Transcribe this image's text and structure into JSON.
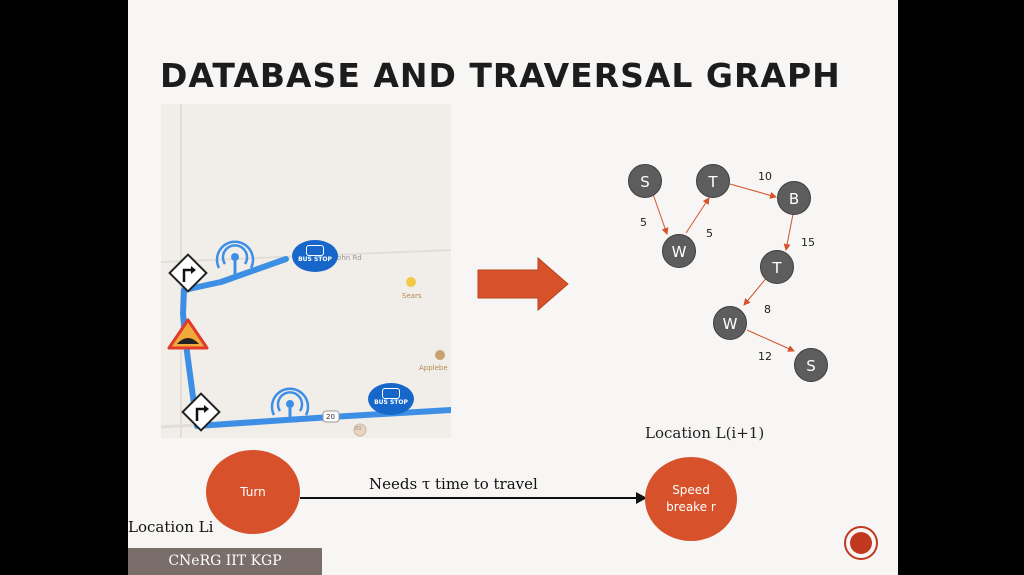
{
  "slide": {
    "title": "DATABASE AND TRAVERSAL GRAPH",
    "footer": "CNeRG IIT KGP"
  },
  "map": {
    "road_label": "John Rd",
    "poi_label_1": "Sears",
    "poi_label_2": "Applebe",
    "route_shield_1": "20",
    "route_shield_2": "83",
    "bus_stop_label": "BUS STOP",
    "signals": [
      "wifi-signal",
      "turn-right",
      "speed-breaker",
      "bus-stop"
    ]
  },
  "graph": {
    "nodes": [
      "S",
      "T",
      "B",
      "W",
      "T",
      "W",
      "S"
    ],
    "edges": [
      {
        "from": "S",
        "to": "W",
        "weight": "5"
      },
      {
        "from": "W",
        "to": "T",
        "weight": "5"
      },
      {
        "from": "T",
        "to": "B",
        "weight": "10"
      },
      {
        "from": "B",
        "to": "T",
        "weight": "15"
      },
      {
        "from": "T",
        "to": "W",
        "weight": "8"
      },
      {
        "from": "W",
        "to": "S",
        "weight": "12"
      }
    ]
  },
  "flow": {
    "location_next": "Location L(i+1)",
    "location_current": "Location Li",
    "turn_label": "Turn",
    "speed_label": "Speed breake r",
    "travel_label": "Needs τ time to travel"
  },
  "colors": {
    "accent": "#d7522a",
    "route": "#3d8fe6",
    "node": "#5d5d5d",
    "footer": "#7a6e6a"
  }
}
